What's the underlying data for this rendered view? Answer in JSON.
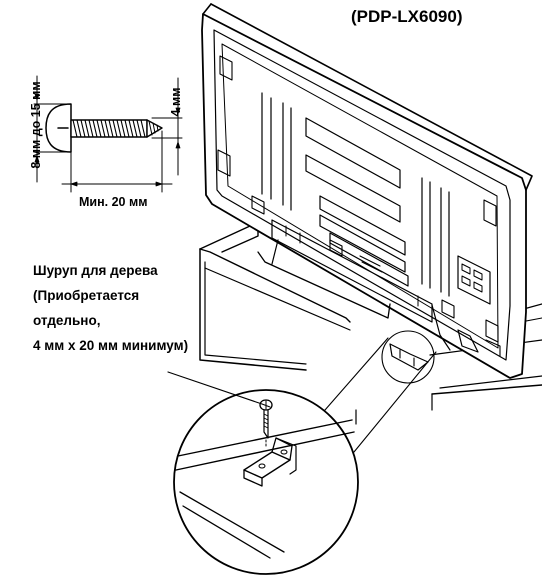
{
  "model": "(PDP-LX6090)",
  "screw": {
    "head_dimension": "8 мм до 15 мм",
    "thread_dimension": "4 мм",
    "length_dimension": "Мин. 20 мм"
  },
  "note": {
    "line1": "Шуруп для дерева",
    "line2": "(Приобретается",
    "line3": "отдельно,",
    "line4": "4 мм x 20 мм минимум)"
  }
}
